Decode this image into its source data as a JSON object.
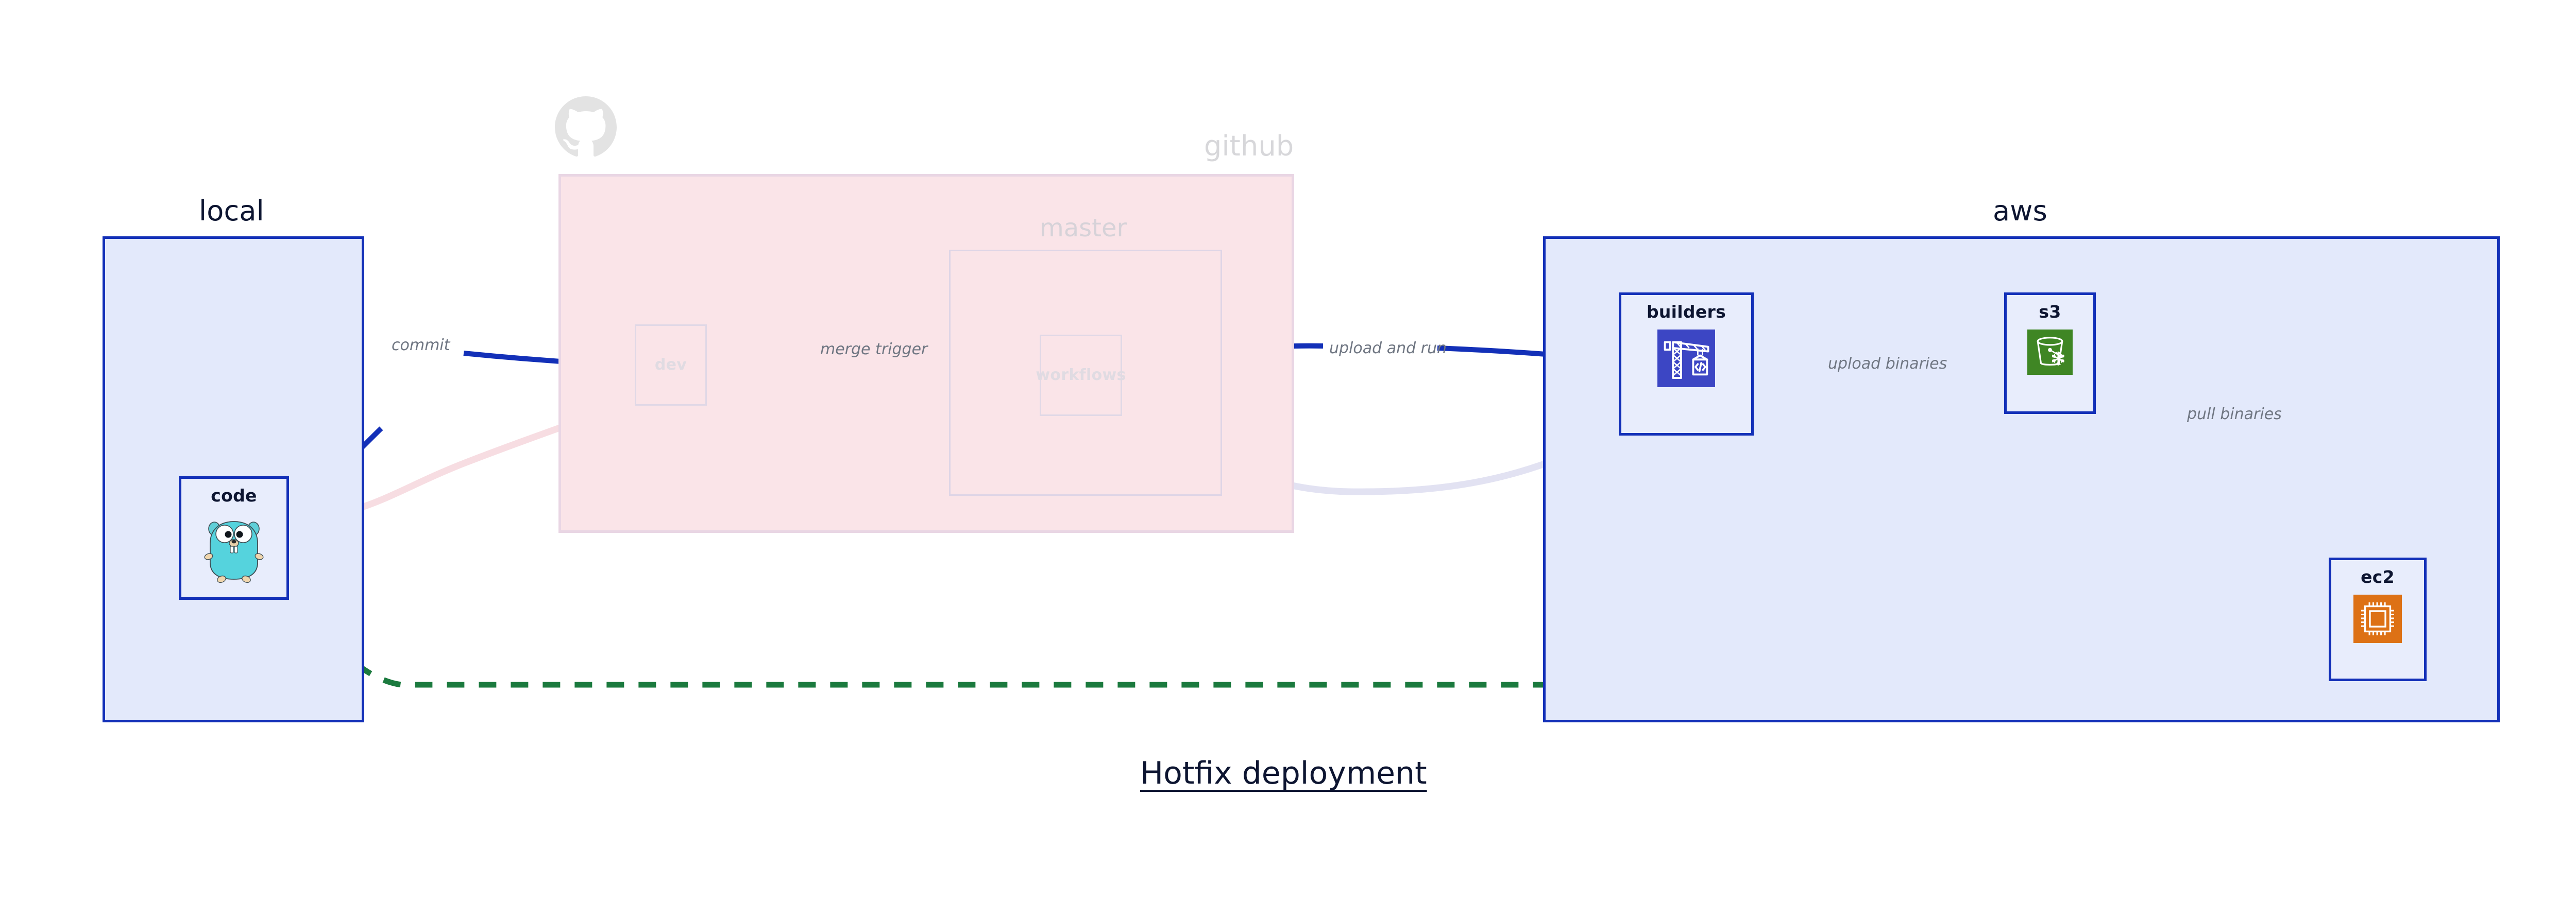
{
  "diagram": {
    "title": "Hotfix deployment",
    "accent_blue": "#1330b8",
    "group_blue_fill": "#e3e9fb",
    "group_pink_fill": "#fae4e8",
    "node_fill": "#e8edfc",
    "edge_blue": "#1330b8",
    "edge_green": "#1b7a3e",
    "label_gray": "#6f7682"
  },
  "groups": {
    "local": {
      "label": "local"
    },
    "github": {
      "label": "github",
      "icon": "github-octocat-icon"
    },
    "master": {
      "label": "master"
    },
    "aws": {
      "label": "aws"
    }
  },
  "nodes": {
    "code": {
      "label": "code",
      "icon": "go-gopher-icon"
    },
    "dev": {
      "label": "dev",
      "icon": "none"
    },
    "workflows": {
      "label": "workflows",
      "icon": "none"
    },
    "builders": {
      "label": "builders",
      "icon": "aws-codebuild-crane-icon",
      "icon_color": "#3c46c4"
    },
    "s3": {
      "label": "s3",
      "icon": "aws-s3-glacier-bucket-icon",
      "icon_color": "#3f8624"
    },
    "ec2": {
      "label": "ec2",
      "icon": "aws-ec2-chip-icon",
      "icon_color": "#dd7115"
    }
  },
  "edges": [
    {
      "id": "commit",
      "label": "commit",
      "from": "code",
      "to": "dev",
      "style": "solid-blue"
    },
    {
      "id": "merge-trigger",
      "label": "merge trigger",
      "from": "dev",
      "to": "workflows",
      "style": "solid-blue"
    },
    {
      "id": "upload-and-run",
      "label": "upload and run",
      "from": "workflows",
      "to": "builders",
      "style": "solid-blue"
    },
    {
      "id": "upload-binaries",
      "label": "upload binaries",
      "from": "builders",
      "to": "s3",
      "style": "solid-blue"
    },
    {
      "id": "pull-binaries",
      "label": "pull binaries",
      "from": "s3",
      "to": "ec2",
      "style": "solid-blue"
    },
    {
      "id": "hotfix-direct",
      "label": "",
      "from": "code",
      "to": "ec2",
      "style": "dashed-green"
    }
  ]
}
